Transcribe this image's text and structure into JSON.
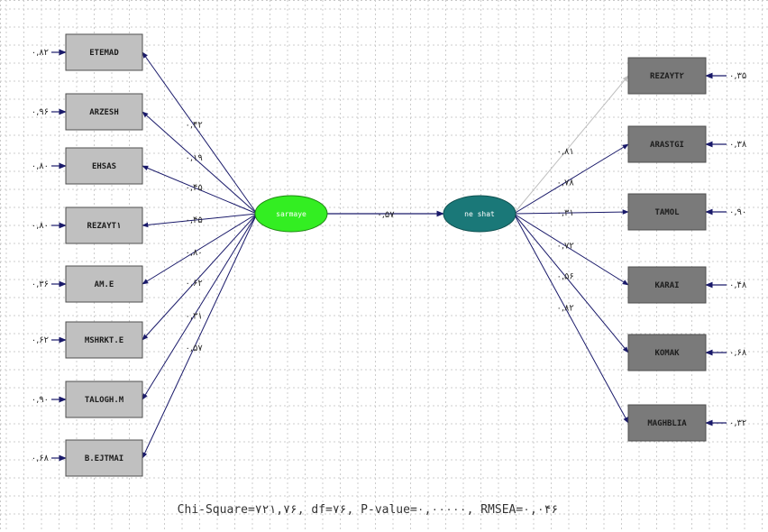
{
  "colors": {
    "box_fill": "#c0c0c0",
    "box_stroke": "#4f4f4f",
    "box_fill_right": "#7a7a7a",
    "latent_left": "#33ee22",
    "latent_right": "#1a7878",
    "arrow": "#1a1a6a",
    "arrow_light": "#bfbfbf",
    "grid": "#cccccc"
  },
  "left_latent": {
    "label": "sarmaye"
  },
  "right_latent": {
    "label": "ne shat"
  },
  "structural": {
    "coef": "۰,۵۷"
  },
  "left_indicators": [
    {
      "name": "ETEMAD",
      "error": "۰,۸۲",
      "loading": "۰,۴۲"
    },
    {
      "name": "ARZESH",
      "error": "۰,۹۶",
      "loading": "۰,۱۹"
    },
    {
      "name": "EHSAS",
      "error": "۰,۸۰",
      "loading": "۰,۴۵"
    },
    {
      "name": "REZAYT۱",
      "error": "۰,۸۰",
      "loading": "۰,۴۵"
    },
    {
      "name": "AM.E",
      "error": "۰,۳۶",
      "loading": "۰,۸۰"
    },
    {
      "name": "MSHRKT.E",
      "error": "۰,۶۲",
      "loading": "۰,۶۲"
    },
    {
      "name": "TALOGH.M",
      "error": "۰,۹۰",
      "loading": "۰,۳۱"
    },
    {
      "name": "B.EJTMAI",
      "error": "۰,۶۸",
      "loading": "۰,۵۷"
    }
  ],
  "right_indicators": [
    {
      "name": "REZAYT۲",
      "error": "۰,۳۵",
      "loading": "۰,۸۱",
      "light": true
    },
    {
      "name": "ARASTGI",
      "error": "۰,۳۸",
      "loading": "۰,۷۸"
    },
    {
      "name": "TAMOL",
      "error": "۰,۹۰",
      "loading": "۰,۳۱"
    },
    {
      "name": "KARAI",
      "error": "۰,۴۸",
      "loading": "۰,۷۲"
    },
    {
      "name": "KOMAK",
      "error": "۰,۶۸",
      "loading": "۰,۵۶"
    },
    {
      "name": "MAGHBLIA",
      "error": "۰,۳۲",
      "loading": "۰,۸۲"
    }
  ],
  "fit": {
    "text": "Chi-Square=۷۲۱,۷۶, df=۷۶, P-value=۰,۰۰۰۰۰, RMSEA=۰,۰۴۶"
  }
}
